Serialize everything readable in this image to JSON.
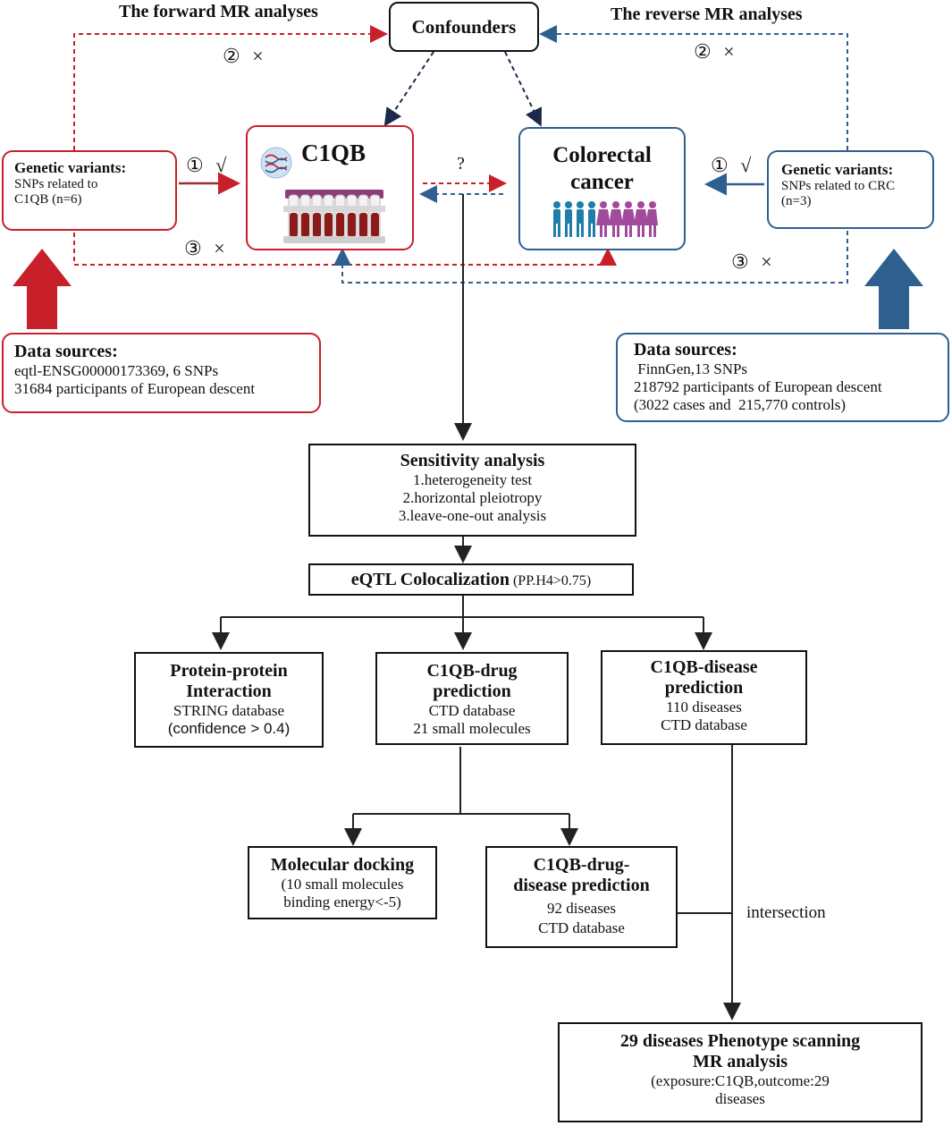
{
  "headers": {
    "forward": "The forward MR analyses",
    "reverse": "The reverse MR analyses"
  },
  "confounders": "Confounders",
  "markers": {
    "fwd_2": "②",
    "fwd_2_sym": "×",
    "fwd_1": "①",
    "fwd_1_sym": "√",
    "fwd_3": "③",
    "fwd_3_sym": "×",
    "rev_2": "②",
    "rev_2_sym": "×",
    "rev_1": "①",
    "rev_1_sym": "√",
    "rev_3": "③",
    "rev_3_sym": "×",
    "question": "?"
  },
  "left_variants": {
    "title": "Genetic variants:",
    "line1": "SNPs related to",
    "line2": "C1QB (n=6)"
  },
  "c1qb": {
    "title": "C1QB"
  },
  "crc": {
    "title1": "Colorectal",
    "title2": "cancer"
  },
  "right_variants": {
    "title": "Genetic variants:",
    "line1": "SNPs related to CRC",
    "line2": "(n=3)"
  },
  "left_sources": {
    "title": "Data sources:",
    "line1": "eqtl-ENSG00000173369, 6 SNPs",
    "line2": "31684 participants of European descent"
  },
  "right_sources": {
    "title": "Data sources:",
    "line1": " FinnGen,13 SNPs",
    "line2": "218792 participants of European descent",
    "line3": "(3022 cases and  215,770 controls)"
  },
  "sensitivity": {
    "title": "Sensitivity analysis",
    "items": [
      "1.heterogeneity test",
      "2.horizontal pleiotropy",
      "3.leave-one-out analysis"
    ]
  },
  "coloc": {
    "title": "eQTL Colocalization",
    "note": "(PP.H4>0.75)"
  },
  "ppi": {
    "title1": "Protein-protein",
    "title2": "Interaction",
    "line1": "STRING database",
    "line2": "(confidence > 0.4)"
  },
  "drug": {
    "title1": "C1QB-drug",
    "title2": "prediction",
    "line1": "CTD database",
    "line2": "21 small molecules"
  },
  "disease": {
    "title1": "C1QB-disease",
    "title2": "prediction",
    "line1": "110 diseases",
    "line2": "CTD database"
  },
  "docking": {
    "title": "Molecular docking",
    "line1": "(10 small molecules",
    "line2": "binding energy<-5)"
  },
  "drug_disease": {
    "title1": "C1QB-drug-",
    "title2": "disease prediction",
    "line1": "92 diseases",
    "line2": "CTD database"
  },
  "intersection": "intersection",
  "final": {
    "title1": "29 diseases Phenotype scanning",
    "title2": "MR analysis",
    "line1": "(exposure:C1QB,outcome:29",
    "line2": "diseases"
  },
  "colors": {
    "red": "#c8202b",
    "blue": "#2f5f8f",
    "navy": "#1b2a4a",
    "tube_blood": "#8b1a1a",
    "cap_purple": "#8e3b7a",
    "person_blue": "#1f7ea8",
    "person_purple": "#a24a9c"
  },
  "icons": [
    "dna-icon",
    "blood-tube-rack-icon",
    "people-icon",
    "up-arrow-icon"
  ]
}
